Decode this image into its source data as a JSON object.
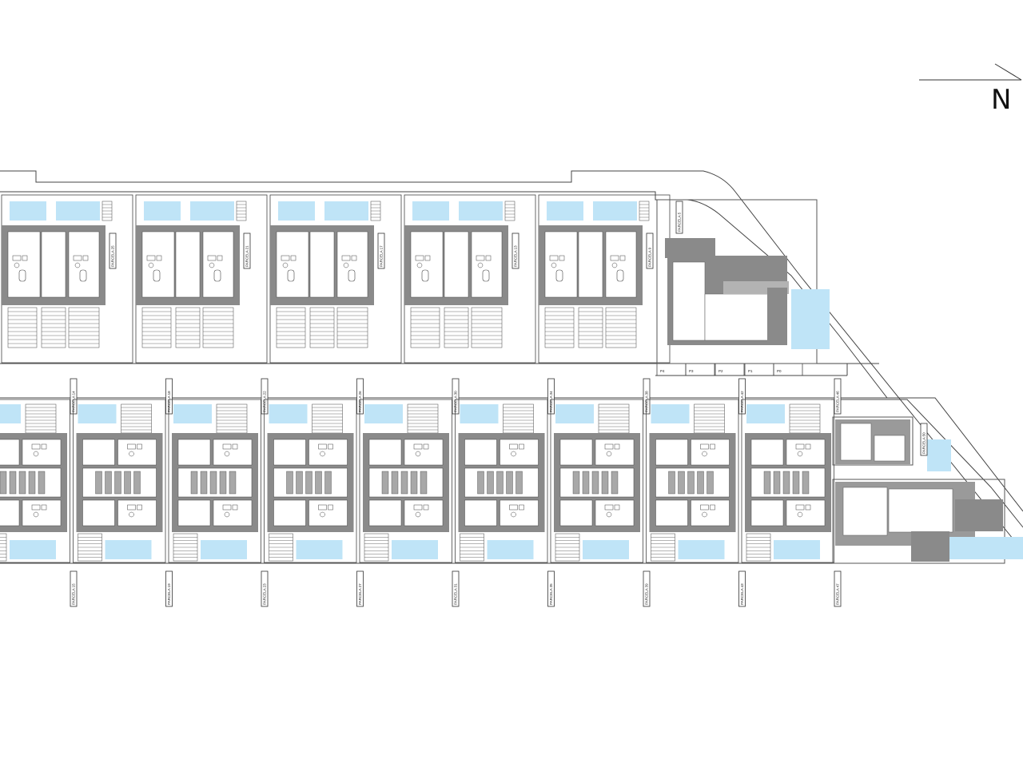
{
  "north_arrow": {
    "letter": "N"
  },
  "colors": {
    "pool": "#bfe4f7",
    "wall": "#555555",
    "wall_light": "#a8a8a8",
    "roof": "#8a8a8a",
    "line": "#444444",
    "paper": "#ffffff"
  },
  "upper_row": {
    "blocks": 5,
    "pools_per_block": 2,
    "plot_labels": [
      "PARCELA 25",
      "PARCELA 21",
      "PARCELA 17",
      "PARCELA 13",
      "PARCELA 9"
    ]
  },
  "lower_row": {
    "blocks": 9,
    "top_labels": [
      "PARCELA 14",
      "PARCELA 18",
      "PARCELA 22",
      "PARCELA 26",
      "PARCELA 30",
      "PARCELA 34",
      "PARCELA 38",
      "PARCELA 42",
      "PARCELA 46"
    ],
    "bottom_labels": [
      "PARCELA 15",
      "PARCELA 19",
      "PARCELA 23",
      "PARCELA 27",
      "PARCELA 31",
      "PARCELA 35",
      "PARCELA 39",
      "PARCELA 43",
      "PARCELA 47"
    ]
  },
  "end_units": {
    "upper_label": "PARCELA 5",
    "lower_label": "PARCELA 50",
    "small_cells": [
      "P4",
      "P3",
      "P2",
      "P1",
      "P0"
    ]
  }
}
